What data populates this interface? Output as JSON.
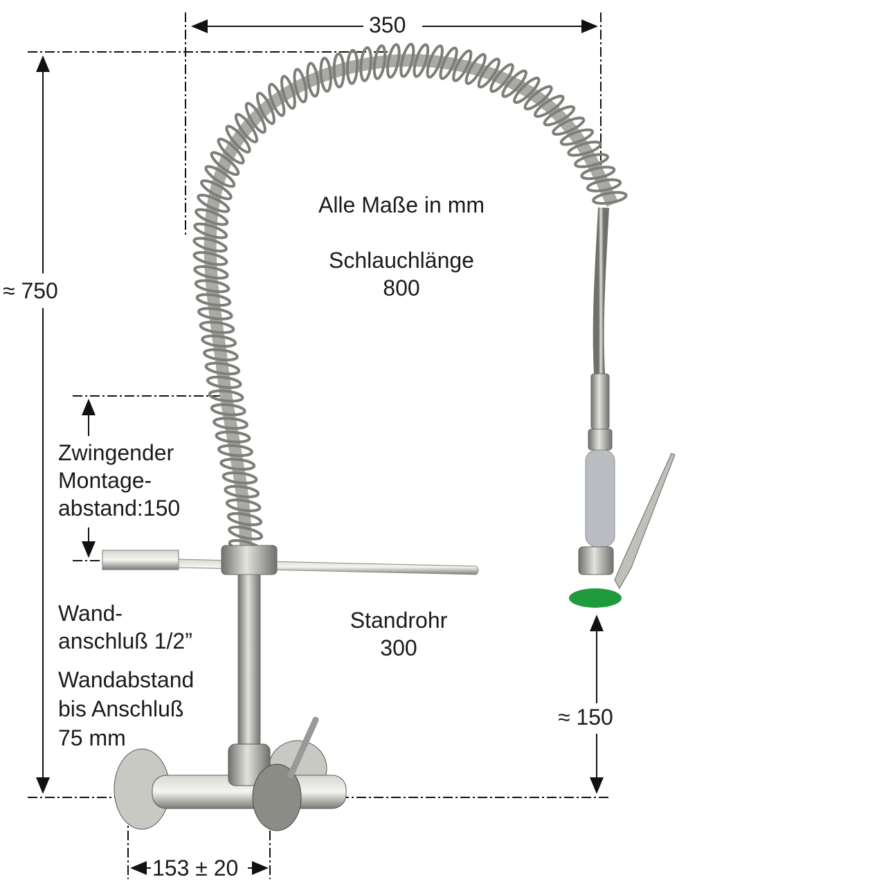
{
  "dimensions": {
    "width": "350",
    "height": "≈ 750",
    "mounting_gap": "150",
    "spray_height": "≈ 150",
    "connection_spacing": "153 ± 20"
  },
  "notes": {
    "units": "Alle Maße in mm",
    "hose_label": "Schlauchlänge",
    "hose_value": "800",
    "mount_line1": "Zwingender",
    "mount_line2": "Montage-",
    "mount_line3": "abstand:150",
    "wall_line1": "Wand-",
    "wall_line2": "anschluß 1/2”",
    "dist_line1": "Wandabstand",
    "dist_line2": "bis Anschluß",
    "dist_line3": "75 mm",
    "riser_label": "Standrohr",
    "riser_value": "300"
  },
  "colors": {
    "steel": "#a9aaa3",
    "steel_dark": "#6f706b",
    "nozzle": "#1f9a3c",
    "grip": "#b9bcc0"
  }
}
